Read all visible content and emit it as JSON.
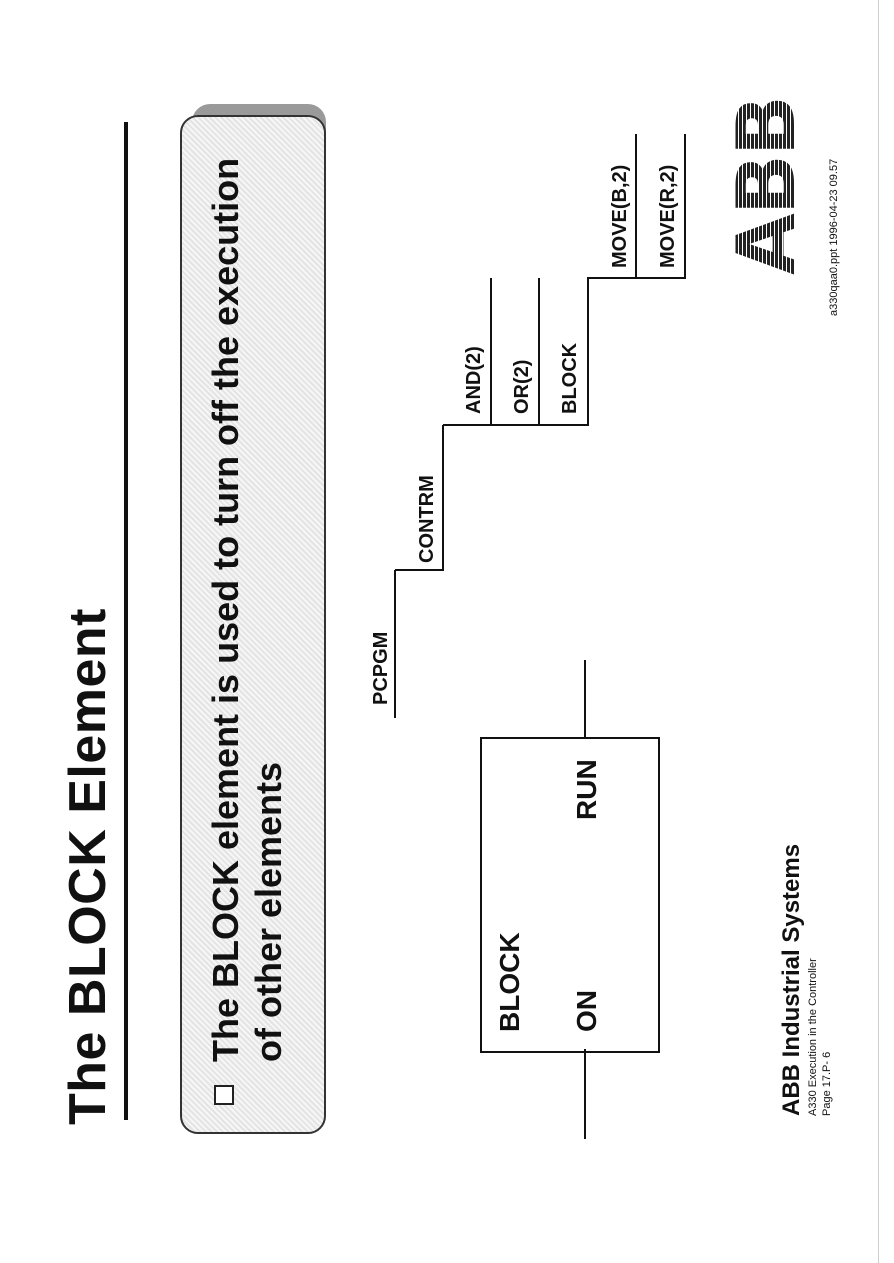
{
  "title": "The BLOCK Element",
  "callout": {
    "line1": "The BLOCK element is used to turn off the execution",
    "line2": "of other elements"
  },
  "hierarchy": {
    "pcpgm": "PCPGM",
    "contrm": "CONTRM",
    "and2": "AND(2)",
    "or2": "OR(2)",
    "block": "BLOCK",
    "moveb2": "MOVE(B,2)",
    "mover2": "MOVE(R,2)"
  },
  "element_box": {
    "name": "BLOCK",
    "input": "ON",
    "output": "RUN"
  },
  "footer": {
    "company": "ABB Industrial Systems",
    "course": "A330 Execution in the Controller",
    "page": "Page 17.P- 6",
    "file": "a330qaa0.ppt  1996-04-23  09.57",
    "logo_text": "ABB"
  }
}
